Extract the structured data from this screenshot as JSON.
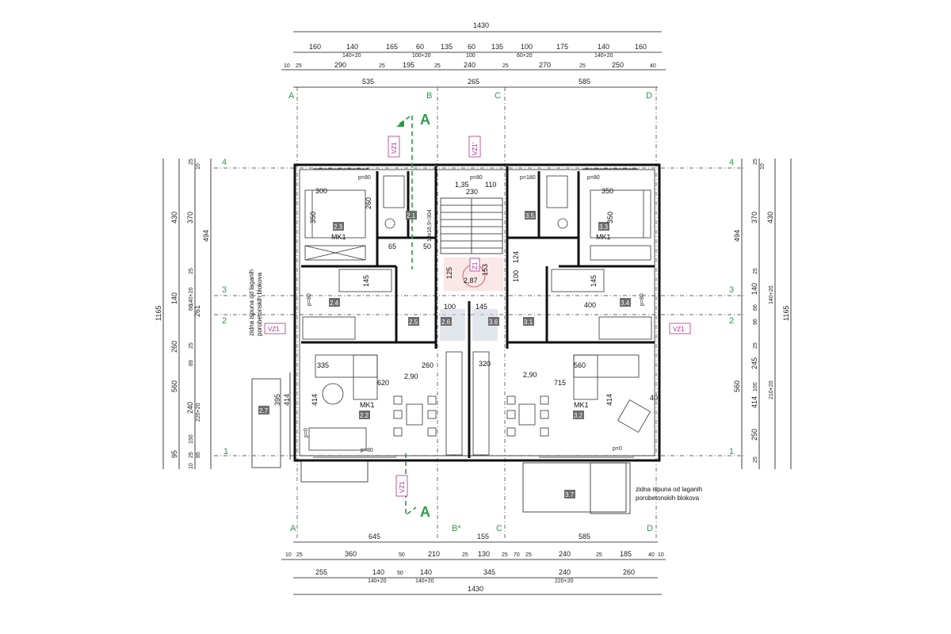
{
  "dimensions": {
    "top_total": "1430",
    "top_row1": [
      "160",
      "140",
      "165",
      "60",
      "135",
      "60",
      "135",
      "100",
      "175",
      "140",
      "160"
    ],
    "top_row1_sub": [
      "140+20",
      "100+20",
      "100",
      "60+20",
      "140+20"
    ],
    "top_row2": [
      "10",
      "25",
      "290",
      "25",
      "195",
      "25",
      "240",
      "25",
      "270",
      "25",
      "250",
      "40"
    ],
    "top_row3": [
      "535",
      "265",
      "585"
    ],
    "bottom_row1": [
      "10",
      "25",
      "360",
      "50",
      "210",
      "25",
      "130",
      "25",
      "70",
      "25",
      "240",
      "25",
      "185",
      "40",
      "10"
    ],
    "bottom_row2": [
      "255",
      "140",
      "50",
      "140",
      "345",
      "240",
      "260"
    ],
    "bottom_row2_sub": [
      "140+20",
      "140+20",
      "220+20"
    ],
    "bottom_grid": [
      "645",
      "155",
      "585"
    ],
    "bottom_total": "1430",
    "left_total": "1165",
    "left_col1": [
      "430",
      "140",
      "260",
      "560",
      "95"
    ],
    "left_col2": [
      "25",
      "10",
      "370",
      "25",
      "140+20",
      "66",
      "261",
      "25",
      "89",
      "240",
      "220+20",
      "150",
      "25",
      "85",
      "10"
    ],
    "left_col3": [
      "494",
      "414",
      "395"
    ],
    "right_total": "1165",
    "right_col1": [
      "25",
      "10",
      "370",
      "25",
      "140",
      "66",
      "96",
      "25",
      "245",
      "100",
      "414",
      "250",
      "25"
    ],
    "right_col2": [
      "430",
      "140+20",
      "210+20"
    ],
    "right_col3": [
      "494",
      "560"
    ]
  },
  "grid_labels": {
    "columns_top": [
      "A",
      "B",
      "C",
      "D"
    ],
    "columns_bottom": [
      "A",
      "B*",
      "C",
      "D"
    ],
    "rows": [
      "4",
      "3",
      "2",
      "1"
    ]
  },
  "rooms": [
    {
      "id": "2.3",
      "tag": "MK1"
    },
    {
      "id": "2.4"
    },
    {
      "id": "2.1"
    },
    {
      "id": "2.5"
    },
    {
      "id": "2.6"
    },
    {
      "id": "2.2",
      "tag": "MK1"
    },
    {
      "id": "2.7"
    },
    {
      "id": "3.3",
      "tag": "MK1"
    },
    {
      "id": "3.4"
    },
    {
      "id": "3.1"
    },
    {
      "id": "3.5"
    },
    {
      "id": "3.6"
    },
    {
      "id": "3.2",
      "tag": "MK1"
    },
    {
      "id": "3.7"
    }
  ],
  "interior_dims": [
    "300",
    "350",
    "260",
    "350",
    "350",
    "145",
    "145",
    "335",
    "620",
    "414",
    "260",
    "2,90",
    "2,90",
    "560",
    "715",
    "414",
    "400",
    "320",
    "100",
    "145",
    "1,35",
    "230",
    "110",
    "2,87",
    "153",
    "125",
    "65",
    "100",
    "124",
    "50",
    "40"
  ],
  "door_labels": [
    "p=80",
    "p=80",
    "p=180",
    "p=80",
    "p=80",
    "p=80",
    "p=0",
    "p=0",
    "p=80"
  ],
  "stair_labels": [
    "18x16,9=304",
    "Z1"
  ],
  "section": {
    "marker": "A"
  },
  "vz_tags": [
    "VZ1",
    "VZ1'",
    "VZ1",
    "VZ1",
    "VZ1"
  ],
  "notes": {
    "left": [
      "zidna ispuna od laganih",
      "porobetonskih blokova"
    ],
    "right": [
      "zidna ispuna od laganih",
      "porobetonskih blokova"
    ]
  },
  "colors": {
    "grid_green": "#2e9a4a",
    "vz_magenta": "#b0308c",
    "tag_gray": "#6d6d6d",
    "ink": "#111111"
  }
}
